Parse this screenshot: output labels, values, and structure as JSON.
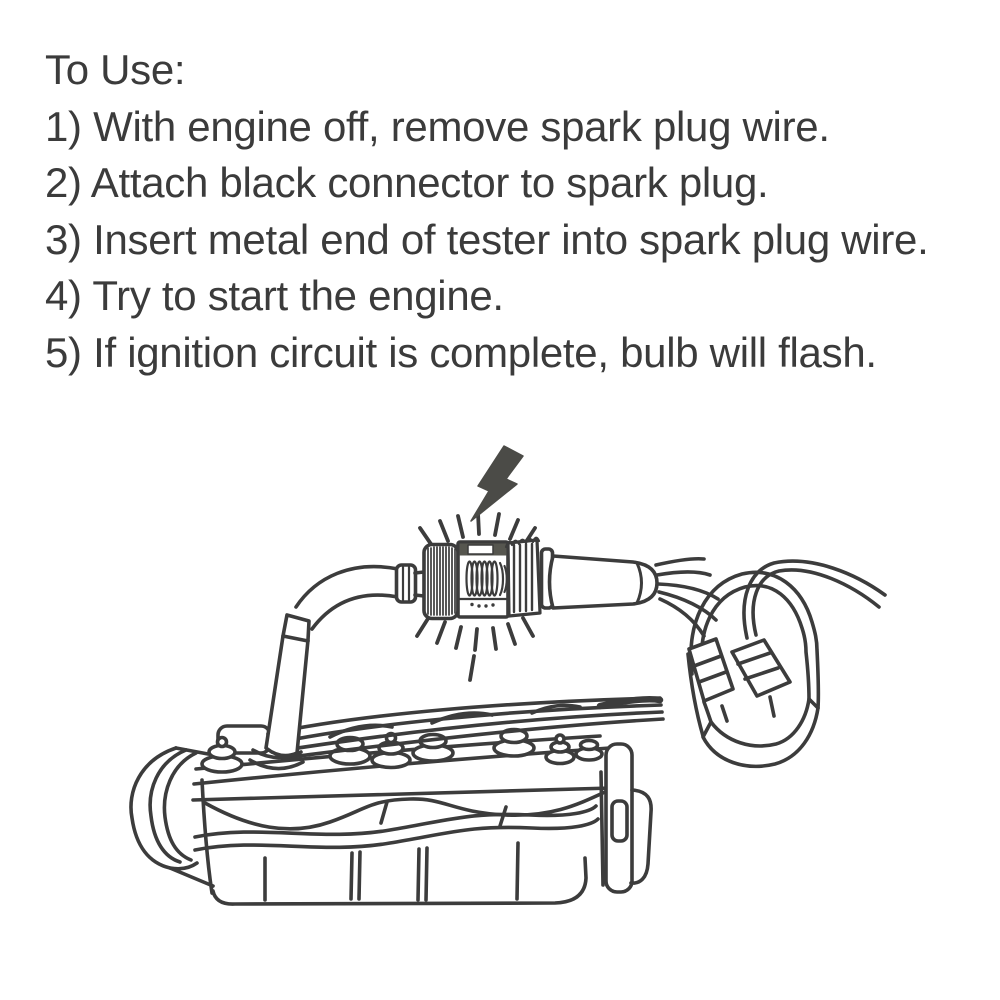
{
  "instructions": {
    "title": "To Use:",
    "steps": [
      "1) With engine off, remove spark plug wire.",
      "2) Attach black connector to spark plug.",
      "3) Insert metal end of tester into spark plug wire.",
      "4) Try to start the engine.",
      "5) If ignition circuit is complete, bulb will flash."
    ]
  },
  "illustration": {
    "alt": "Line drawing: spark plug tester installed between a spark plug on the engine and the spark plug wire from the distributor cap; flash rays and a lightning bolt show the bulb flashing",
    "parts": [
      "lightning-bolt",
      "flash-rays",
      "spark-tester",
      "tester-bulb-window",
      "black-connector-boot",
      "engine-valve-cover",
      "spark-plug-terminals",
      "spark-plug-wires",
      "distributor-cap"
    ]
  },
  "colors": {
    "background": "#ffffff",
    "text": "#3b3b3b",
    "ink": "#3c3c3c",
    "bolt_fill": "#4b4b47",
    "tester_band": "#56564f"
  }
}
